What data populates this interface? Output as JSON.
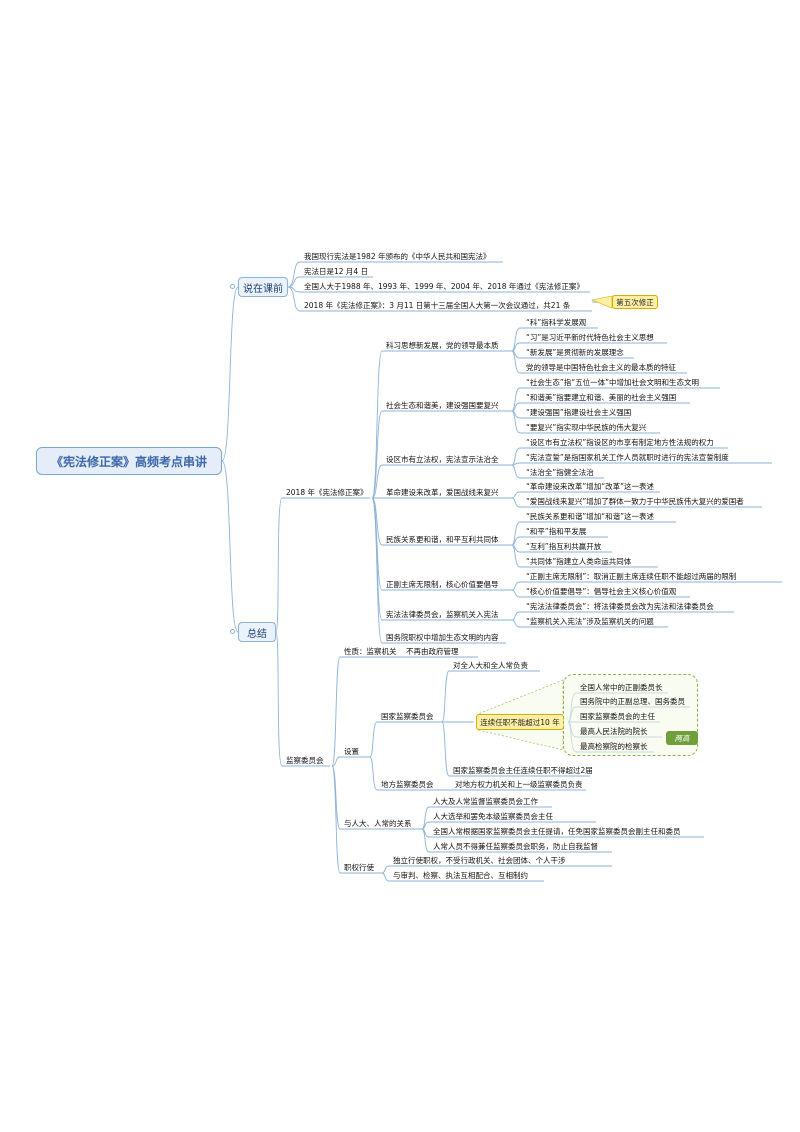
{
  "root": {
    "title": "《宪法修正案》高频考点串讲"
  },
  "branches": {
    "intro": {
      "label": "说在课前",
      "items": [
        "我国现行宪法是1982 年颁布的《中华人民共和国宪法》",
        "宪法日是12 月4 日",
        "全国人大于1988 年、1993 年、1999 年、2004 年、2018 年通过《宪法修正案》",
        "2018 年《宪法修正案》：3 月11 日第十三届全国人大第一次会议通过，共21 条"
      ],
      "note": "第五次修正"
    },
    "summary": {
      "label": "总结",
      "amendment": {
        "label": "2018 年《宪法修正案》",
        "groups": [
          {
            "label": "科习思想新发展，党的领导最本质",
            "items": [
              "“科”指科学发展观",
              "“习”是习近平新时代特色社会主义思想",
              "“新发展”是贯彻新的发展理念",
              "党的领导是中国特色社会主义的最本质的特征"
            ]
          },
          {
            "label": "社会生态和谐美，建设强国要复兴",
            "items": [
              "“社会生态”指“五位一体”中增加社会文明和生态文明",
              "“和谐美”指要建立和谐、美丽的社会主义强国",
              "“建设强国”指建设社会主义强国",
              "“要复兴”指实现中华民族的伟大复兴"
            ]
          },
          {
            "label": "设区市有立法权，宪法宣示法治全",
            "items": [
              "“设区市有立法权”指设区的市享有制定地方性法规的权力",
              "“宪法宣誓”是指国家机关工作人员就职时进行的宪法宣誓制度",
              "“法治全”指健全法治"
            ]
          },
          {
            "label": "革命建设来改革，爱国战线来复兴",
            "items": [
              "“革命建设来改革”增加“改革”这一表述",
              "“爱国战线来复兴”增加了群体一致力于中华民族伟大复兴的爱国者"
            ]
          },
          {
            "label": "民族关系更和谐，和平互利共同体",
            "items": [
              "“民族关系更和谐”增加“和谐”这一表述",
              "“和平”指和平发展",
              "“互利”指互利共赢开放",
              "“共同体”指建立人类命运共同体"
            ]
          },
          {
            "label": "正副主席无限制，核心价值要倡导",
            "items": [
              "“正副主席无限制”：取消正副主席连续任职不能超过两届的限制",
              "“核心价值要倡导”：倡导社会主义核心价值观"
            ]
          },
          {
            "label": "宪法法律委员会，监察机关入宪法",
            "items": [
              "“宪法法律委员会”：将法律委员会改为宪法和法律委员会",
              "“监察机关入宪法”涉及监察机关的问题"
            ]
          },
          {
            "label": "国务院职权中增加生态文明的内容",
            "items": []
          }
        ]
      },
      "supervision": {
        "label": "监察委员会",
        "nature": {
          "label": "性质：监察机关",
          "item": "不再由政府管理"
        },
        "setup": {
          "label": "设置",
          "national": {
            "label": "国家监察委员会",
            "responsible": "对全人大和全人常负责",
            "term_limit": "国家监察委员会主任连续任职不得超过2届",
            "note": "连续任职不能超过10 年",
            "positions": [
              "全国人常中的正副委员长",
              "国务院中的正副总理、国务委员",
              "国家监察委员会的主任",
              "最高人民法院的院长",
              "最高检察院的检察长"
            ],
            "tag": "两高"
          },
          "local": {
            "label": "地方监察委员会",
            "item": "对地方权力机关和上一级监察委员负责"
          }
        },
        "relation": {
          "label": "与人大、人常的关系",
          "items": [
            "人大及人常监督监察委员会工作",
            "人大选举和罢免本级监察委员会主任",
            "全国人常根据国家监察委员会主任提请，任免国家监察委员会副主任和委员",
            "人常人员不得兼任监察委员会职务，防止自我监督"
          ]
        },
        "power": {
          "label": "职权行使",
          "items": [
            "独立行使职权，不受行政机关、社会团体、个人干涉",
            "与审判、检察、执法互相配合、互相制约"
          ]
        }
      }
    }
  },
  "colors": {
    "line": "#8eb3d8",
    "root_text": "#3c67a8",
    "note_fill": "#fff0a6",
    "tag_fill": "#6f9e3a"
  }
}
